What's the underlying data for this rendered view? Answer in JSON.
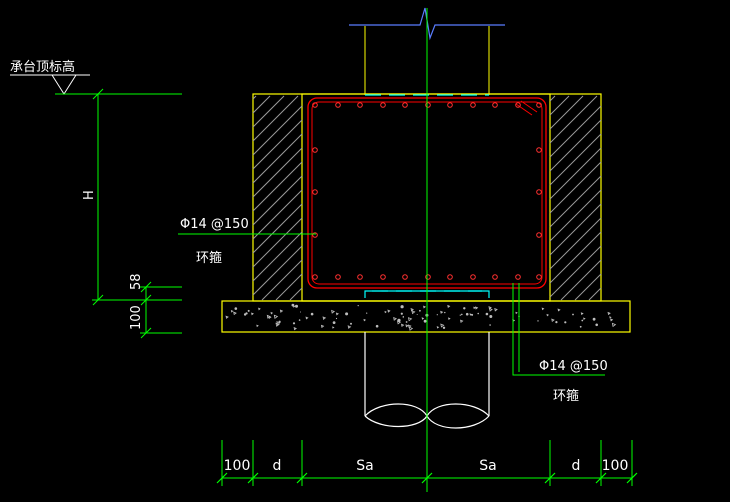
{
  "labels": {
    "level": "承台顶标高",
    "height": "H",
    "dim_58": "58",
    "dim_100": "100",
    "rebar_left": "Φ14 @150",
    "rebar_left_type": "环箍",
    "rebar_right": "Φ14 @150",
    "rebar_right_type": "环箍"
  },
  "bottom_dims": [
    "100",
    "d",
    "Sa",
    "Sa",
    "d",
    "100"
  ],
  "colors": {
    "background": "#000000",
    "outline": "#ffffff",
    "pedestal": "#ffff00",
    "dimension": "#00ff00",
    "rebar": "#ff0000",
    "rebar_dot": "#ff3030",
    "pile_top": "#00ffff",
    "hatch": "#9a9a9a",
    "axis": "#00ff00",
    "column": "#5a7dff",
    "text": "#ffffff"
  }
}
